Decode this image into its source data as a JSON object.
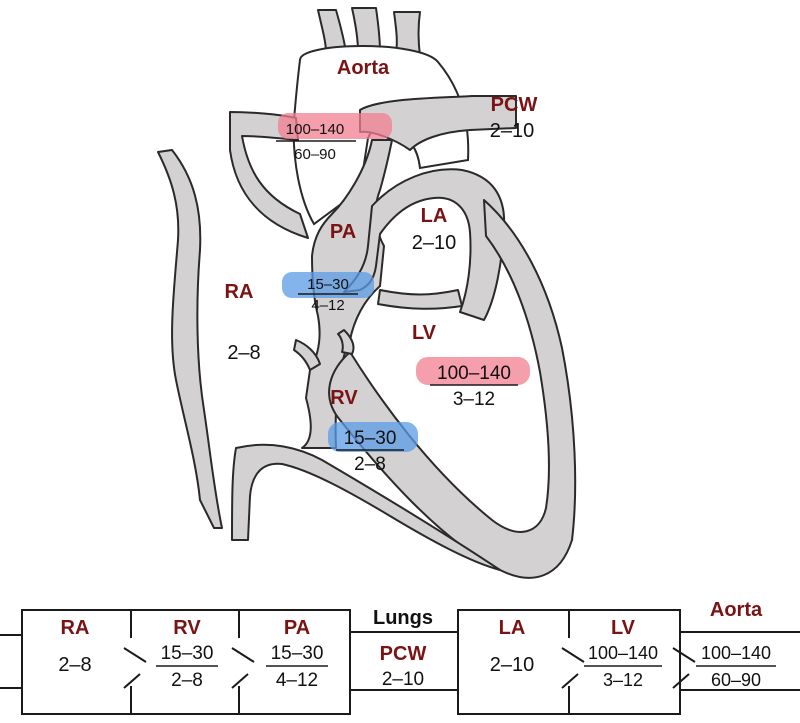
{
  "heart": {
    "labels": {
      "aorta": "Aorta",
      "pcw": "PCW",
      "pa": "PA",
      "la": "LA",
      "ra": "RA",
      "lv": "LV",
      "rv": "RV"
    },
    "values": {
      "aorta_systolic": "100–140",
      "aorta_diastolic": "60–90",
      "pcw": "2–10",
      "pa_systolic": "15–30",
      "pa_diastolic": "4–12",
      "la": "2–10",
      "ra": "2–8",
      "lv_systolic": "100–140",
      "lv_diastolic": "3–12",
      "rv_systolic": "15–30",
      "rv_diastolic": "2–8"
    },
    "highlight_colors": {
      "systemic": "#f07f8f",
      "pulmonary": "#5b9be6"
    }
  },
  "circuit": {
    "ra": {
      "label": "RA",
      "value": "2–8"
    },
    "rv": {
      "label": "RV",
      "systolic": "15–30",
      "diastolic": "2–8"
    },
    "pa": {
      "label": "PA",
      "systolic": "15–30",
      "diastolic": "4–12"
    },
    "lungs": {
      "label": "Lungs",
      "pcw_label": "PCW",
      "pcw_value": "2–10"
    },
    "la": {
      "label": "LA",
      "value": "2–10"
    },
    "lv": {
      "label": "LV",
      "systolic": "100–140",
      "diastolic": "3–12"
    },
    "aorta": {
      "label": "Aorta",
      "systolic": "100–140",
      "diastolic": "60–90"
    }
  },
  "colors": {
    "label": "#7a1414",
    "tissue": "#d3d1d1",
    "outline": "#2a2a2a"
  }
}
